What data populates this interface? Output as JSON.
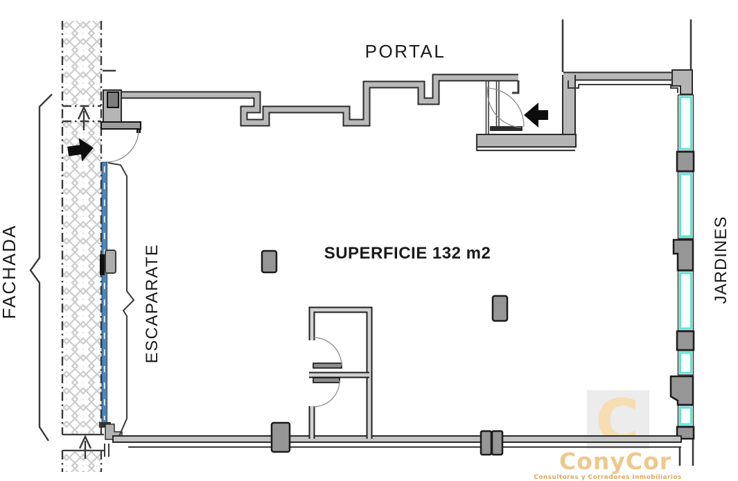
{
  "document": {
    "type": "floor-plan",
    "description": "Commercial premises floor plan"
  },
  "labels": {
    "portal": "PORTAL",
    "fachada": "FACHADA",
    "escaparate": "ESCAPARATE",
    "jardines": "JARDINES",
    "superficie": "SUPERFICIE 132 m2"
  },
  "logo": {
    "initial": "C",
    "name": "ConyCor",
    "tagline": "Consultores y Corredores Inmobiliarios"
  },
  "colors": {
    "wall_fill": "#b9b9b9",
    "wall_outline": "#2a2a2a",
    "escaparate_glass_blue": "#4e86b6",
    "window_cyan": "#5fe2d8",
    "hatch_gray": "#cccccc",
    "logo_gold": "#eec88c",
    "logo_initial_gold": "#f6ddb2",
    "logo_tagline_gold": "#dfa85f",
    "label_text": "#1a1a1a"
  }
}
